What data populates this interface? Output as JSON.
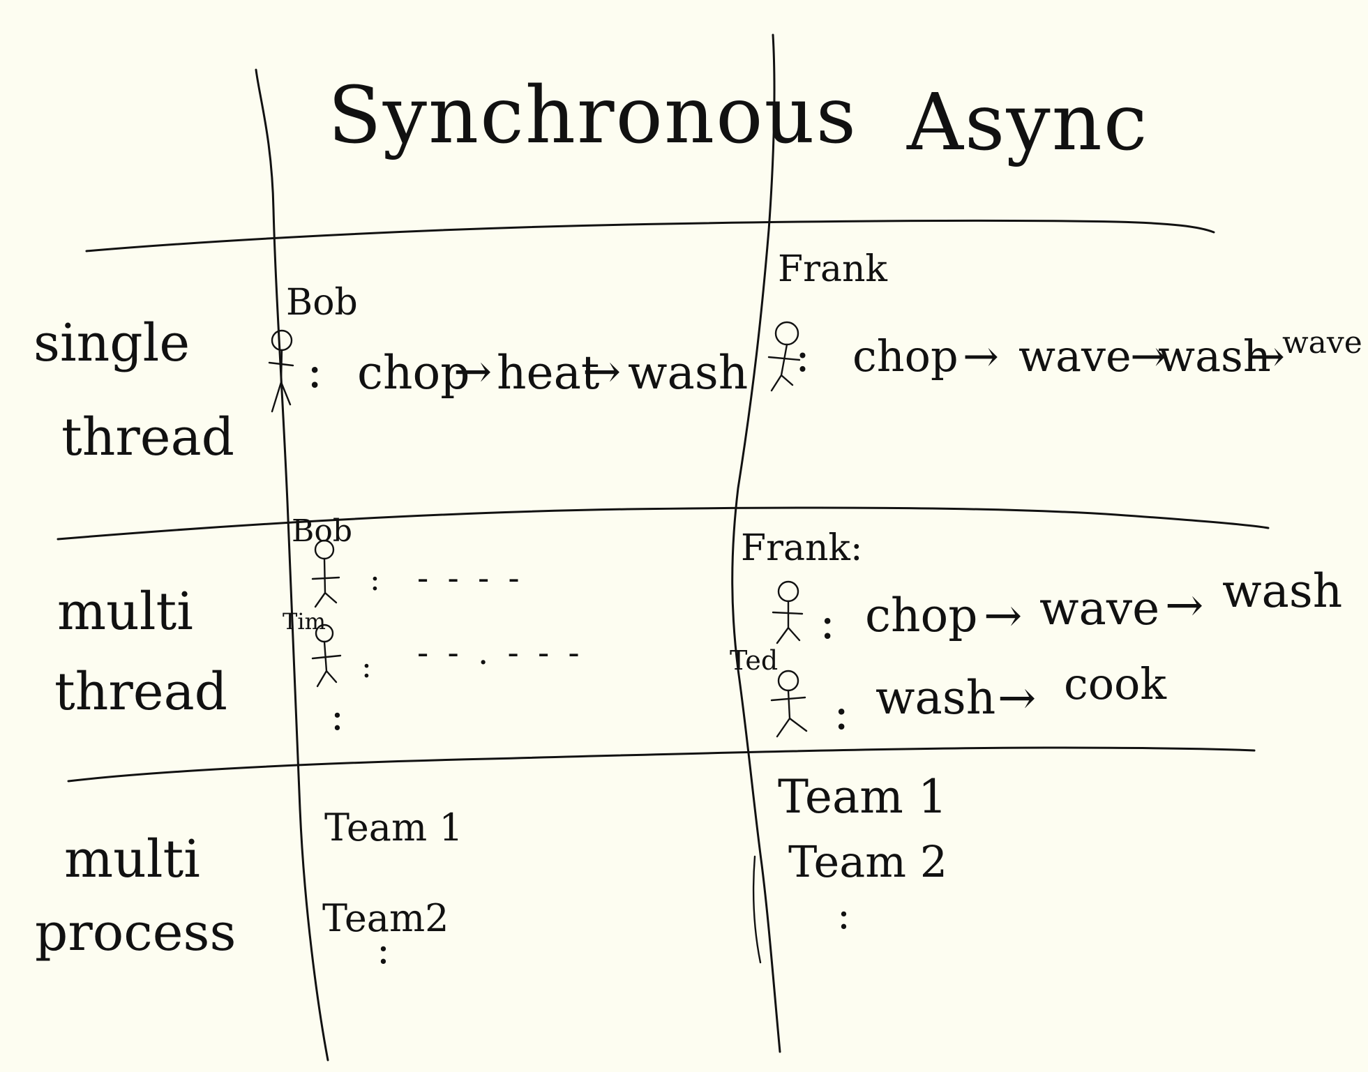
{
  "headers": {
    "synchronous": "Synchronous",
    "async": "Async"
  },
  "rows": {
    "single_thread": {
      "label_line1": "single",
      "label_line2": "thread",
      "sync": {
        "worker_name": "Bob",
        "sep": ":",
        "steps": [
          "chop",
          "heat",
          "wash"
        ]
      },
      "async": {
        "worker_name": "Frank",
        "sep": ":",
        "steps": [
          "chop",
          "wave",
          "wash",
          "wave"
        ]
      }
    },
    "multi_thread": {
      "label_line1": "multi",
      "label_line2": "thread",
      "sync": {
        "workers": [
          {
            "name": "Bob",
            "sep": ":",
            "placeholder": "- - - -"
          },
          {
            "name": "Tim",
            "sep": ":",
            "placeholder": "- - . - - -"
          }
        ],
        "more": ":"
      },
      "async": {
        "workers": [
          {
            "name": "Frank:",
            "sep": ":",
            "steps": [
              "chop",
              "wave",
              "wash"
            ]
          },
          {
            "name": "Ted",
            "sep": ":",
            "steps": [
              "wash",
              "cook"
            ]
          }
        ]
      }
    },
    "multi_process": {
      "label_line1": "multi",
      "label_line2": "process",
      "sync": {
        "teams": [
          "Team 1",
          "Team2"
        ],
        "more": ":"
      },
      "async": {
        "teams": [
          "Team 1",
          "Team 2"
        ],
        "more": ":"
      }
    }
  },
  "arrow_glyph": "→"
}
